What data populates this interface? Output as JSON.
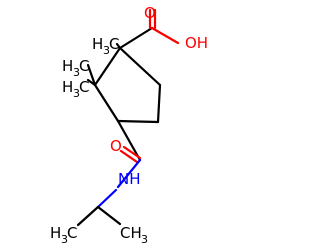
{
  "molecule": {
    "atom_labels": {
      "hydroxyl": "OH",
      "acid_carbonyl_o": "O",
      "amide_carbonyl_o": "O",
      "amide_n": "NH"
    },
    "methyl_labels": {
      "c1_methyl_main": "H",
      "c1_methyl_sub": "3",
      "c1_methyl_tail": "C",
      "c2_methyl_upper_main": "H",
      "c2_methyl_upper_sub": "3",
      "c2_methyl_upper_tail": "C",
      "c2_methyl_lower_main": "H",
      "c2_methyl_lower_sub": "3",
      "c2_methyl_lower_tail": "C",
      "isopropyl_left_main": "H",
      "isopropyl_left_sub": "3",
      "isopropyl_left_tail": "C",
      "isopropyl_right_main": "CH",
      "isopropyl_right_sub": "3"
    },
    "colors": {
      "carbon": "#000000",
      "oxygen": "#ff0000",
      "nitrogen": "#0000ff"
    }
  }
}
